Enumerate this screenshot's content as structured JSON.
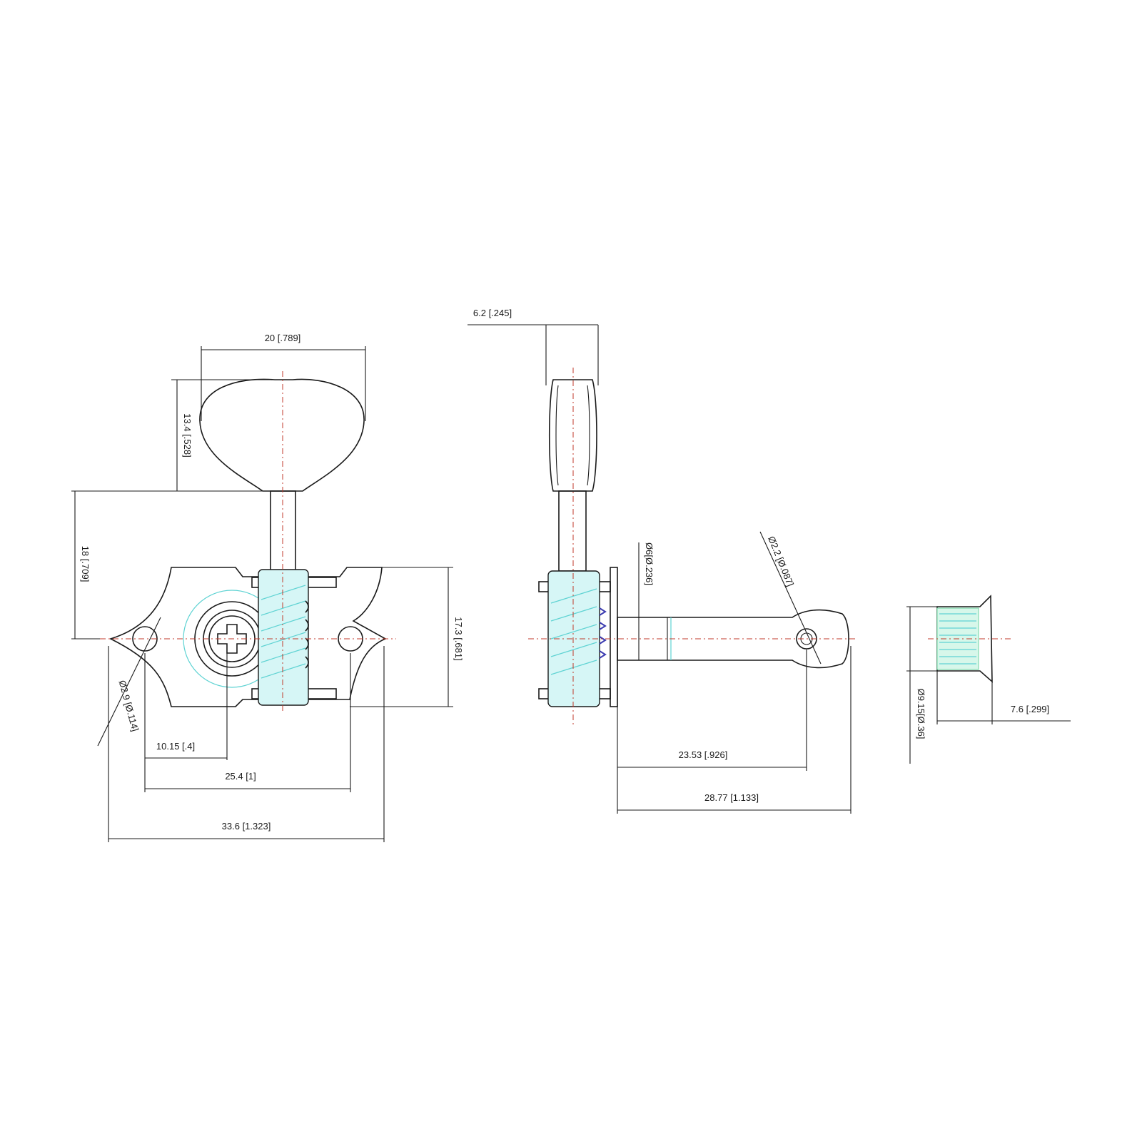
{
  "dimensions": {
    "knob_width": "20 [.789]",
    "knob_height": "13.4 [.528]",
    "post_to_center": "18 [.709]",
    "plate_height": "17.3 [.681]",
    "screw_hole": "Ø2.9 [Ø.114]",
    "gear_offset": "10.15 [.4]",
    "hole_spacing": "25.4 [1]",
    "plate_length": "33.6 [1.323]",
    "knob_thickness": "6.2 [.245]",
    "post_diameter": "Ø6[Ø.236]",
    "string_hole": "Ø2.2 [Ø.087]",
    "post_length_to_hole": "23.53 [.926]",
    "post_length": "28.77 [1.133]",
    "bushing_diameter": "Ø9.15[Ø.36]",
    "bushing_length": "7.6 [.299]"
  }
}
